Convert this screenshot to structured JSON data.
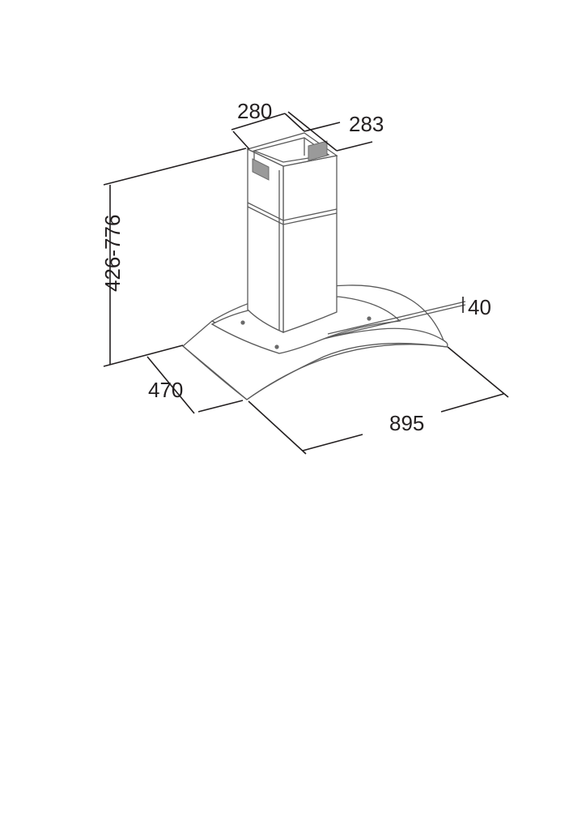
{
  "dimensions": {
    "chimney_width": "280",
    "chimney_depth": "283",
    "height_range": "426-776",
    "glass_thickness": "40",
    "hood_depth": "470",
    "hood_width": "895"
  },
  "colors": {
    "dimension_ink": "#231f20",
    "hood_outline": "#5a5a5a",
    "vent_fill": "#9a9a9a",
    "background": "#ffffff"
  }
}
